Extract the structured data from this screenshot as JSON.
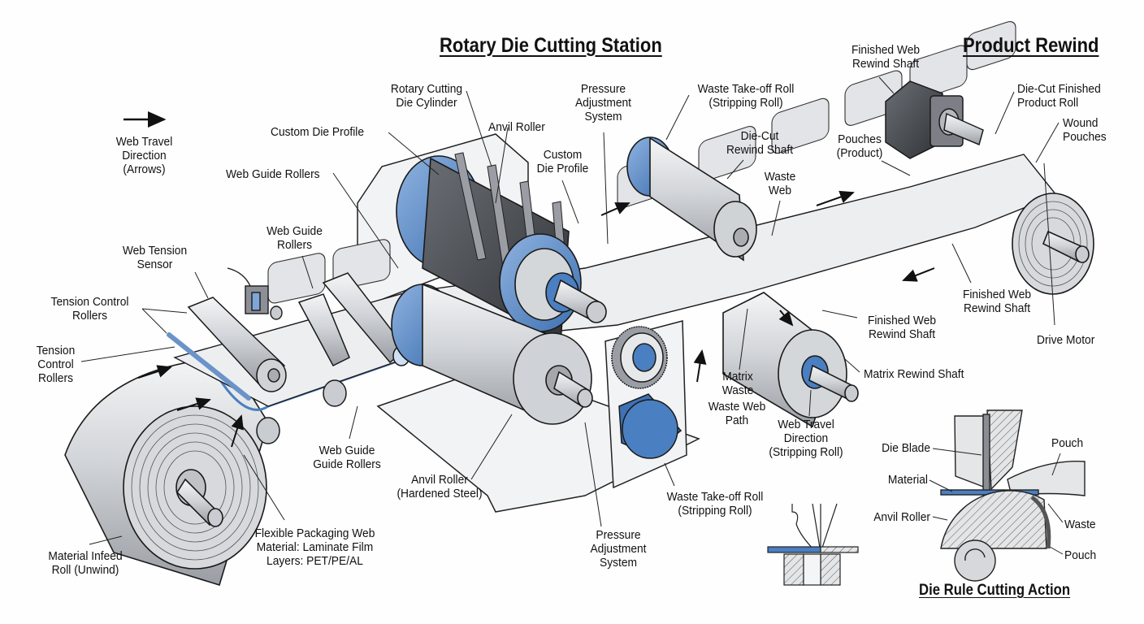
{
  "titles": {
    "main": "Rotary Die Cutting Station",
    "rewind": "Product Rewind",
    "inset": "Die Rule Cutting Action"
  },
  "legend": {
    "icon": "right-arrow-icon",
    "lines": [
      "Web Travel",
      "Direction",
      "(Arrows)"
    ]
  },
  "labels": {
    "custom_die_profile_1": [
      "Custom Die Profile"
    ],
    "web_guide_rollers_1": [
      "Web Guide Rollers"
    ],
    "rotary_cutting_die": [
      "Rotary Cutting",
      "Die Cylinder"
    ],
    "anvil_roller_top": [
      "Anvil Roller"
    ],
    "pressure_adjust_top": [
      "Pressure",
      "Adjustment",
      "System"
    ],
    "custom_die_profile_2": [
      "Custom",
      "Die Profile"
    ],
    "waste_takeoff_top": [
      "Waste Take-off Roll",
      "(Stripping Roll)"
    ],
    "die_cut_rewind_shaft": [
      "Die-Cut",
      "Rewind Shaft"
    ],
    "waste_web": [
      "Waste",
      "Web"
    ],
    "finished_web_shaft_top": [
      "Finished Web",
      "Rewind Shaft"
    ],
    "die_cut_finished_roll": [
      "Die-Cut Finished",
      "Product Roll"
    ],
    "wound_pouches": [
      "Wound",
      "Pouches"
    ],
    "pouches_product": [
      "Pouches",
      "(Product)"
    ],
    "web_tension_sensor": [
      "Web Tension",
      "Sensor"
    ],
    "web_guide_rollers_2": [
      "Web Guide",
      "Rollers"
    ],
    "tension_control_rollers_1": [
      "Tension Control",
      "Rollers"
    ],
    "tension_control_rollers_2": [
      "Tension",
      "Control",
      "Rollers"
    ],
    "finished_web_shaft_mid": [
      "Finished Web",
      "Rewind Shaft"
    ],
    "finished_web_shaft_low": [
      "Finished Web",
      "Rewind Shaft"
    ],
    "drive_motor": [
      "Drive Motor"
    ],
    "matrix_rewind_shaft": [
      "Matrix Rewind Shaft"
    ],
    "matrix_waste": [
      "Matrix",
      "Waste"
    ],
    "waste_web_path": [
      "Waste Web",
      "Path"
    ],
    "web_travel_stripping": [
      "Web Travel",
      "Direction",
      "(Stripping Roll)"
    ],
    "web_guide_guide_rollers": [
      "Web Guide",
      "Guide Rollers"
    ],
    "anvil_roller_hardened": [
      "Anvil Roller",
      "(Hardened Steel)"
    ],
    "waste_takeoff_low": [
      "Waste Take-off Roll",
      "(Stripping Roll)"
    ],
    "pressure_adjust_low": [
      "Pressure",
      "Adjustment",
      "System"
    ],
    "material_infeed_roll": [
      "Material Infeed",
      "Roll (Unwind)"
    ],
    "flexible_web": {
      "title": "Flexible Packaging Web",
      "material": "Material: Laminate Film",
      "layers": "Layers: PET/PE/AL"
    }
  },
  "inset": {
    "die_blade": "Die Blade",
    "material": "Material",
    "anvil_roller": "Anvil Roller",
    "pouch_top": "Pouch",
    "waste": "Waste",
    "pouch_bottom": "Pouch"
  },
  "colors": {
    "accent_blue": "#4a7fc1",
    "steel": "#c9ccd0",
    "outline": "#1a1a1a",
    "motor_dark": "#4a4d52"
  }
}
